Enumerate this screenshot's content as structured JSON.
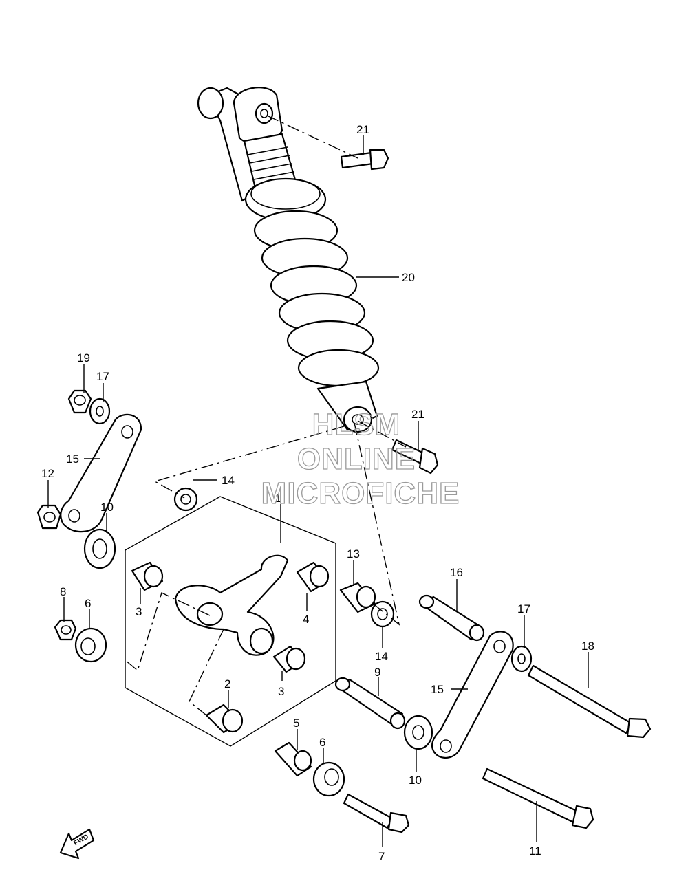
{
  "watermark": {
    "line1": "HLSM",
    "line2": "ONLINE",
    "line3": "MICROFICHE"
  },
  "direction_label": "FWD",
  "callouts": [
    {
      "id": "c1",
      "label": "1"
    },
    {
      "id": "c2",
      "label": "2"
    },
    {
      "id": "c3a",
      "label": "3"
    },
    {
      "id": "c3b",
      "label": "3"
    },
    {
      "id": "c4",
      "label": "4"
    },
    {
      "id": "c5",
      "label": "5"
    },
    {
      "id": "c6a",
      "label": "6"
    },
    {
      "id": "c6b",
      "label": "6"
    },
    {
      "id": "c7",
      "label": "7"
    },
    {
      "id": "c8",
      "label": "8"
    },
    {
      "id": "c9",
      "label": "9"
    },
    {
      "id": "c10a",
      "label": "10"
    },
    {
      "id": "c10b",
      "label": "10"
    },
    {
      "id": "c11",
      "label": "11"
    },
    {
      "id": "c12",
      "label": "12"
    },
    {
      "id": "c13",
      "label": "13"
    },
    {
      "id": "c14a",
      "label": "14"
    },
    {
      "id": "c14b",
      "label": "14"
    },
    {
      "id": "c15a",
      "label": "15"
    },
    {
      "id": "c15b",
      "label": "15"
    },
    {
      "id": "c16",
      "label": "16"
    },
    {
      "id": "c17a",
      "label": "17"
    },
    {
      "id": "c17b",
      "label": "17"
    },
    {
      "id": "c18",
      "label": "18"
    },
    {
      "id": "c19",
      "label": "19"
    },
    {
      "id": "c20",
      "label": "20"
    },
    {
      "id": "c21a",
      "label": "21"
    },
    {
      "id": "c21b",
      "label": "21"
    }
  ]
}
